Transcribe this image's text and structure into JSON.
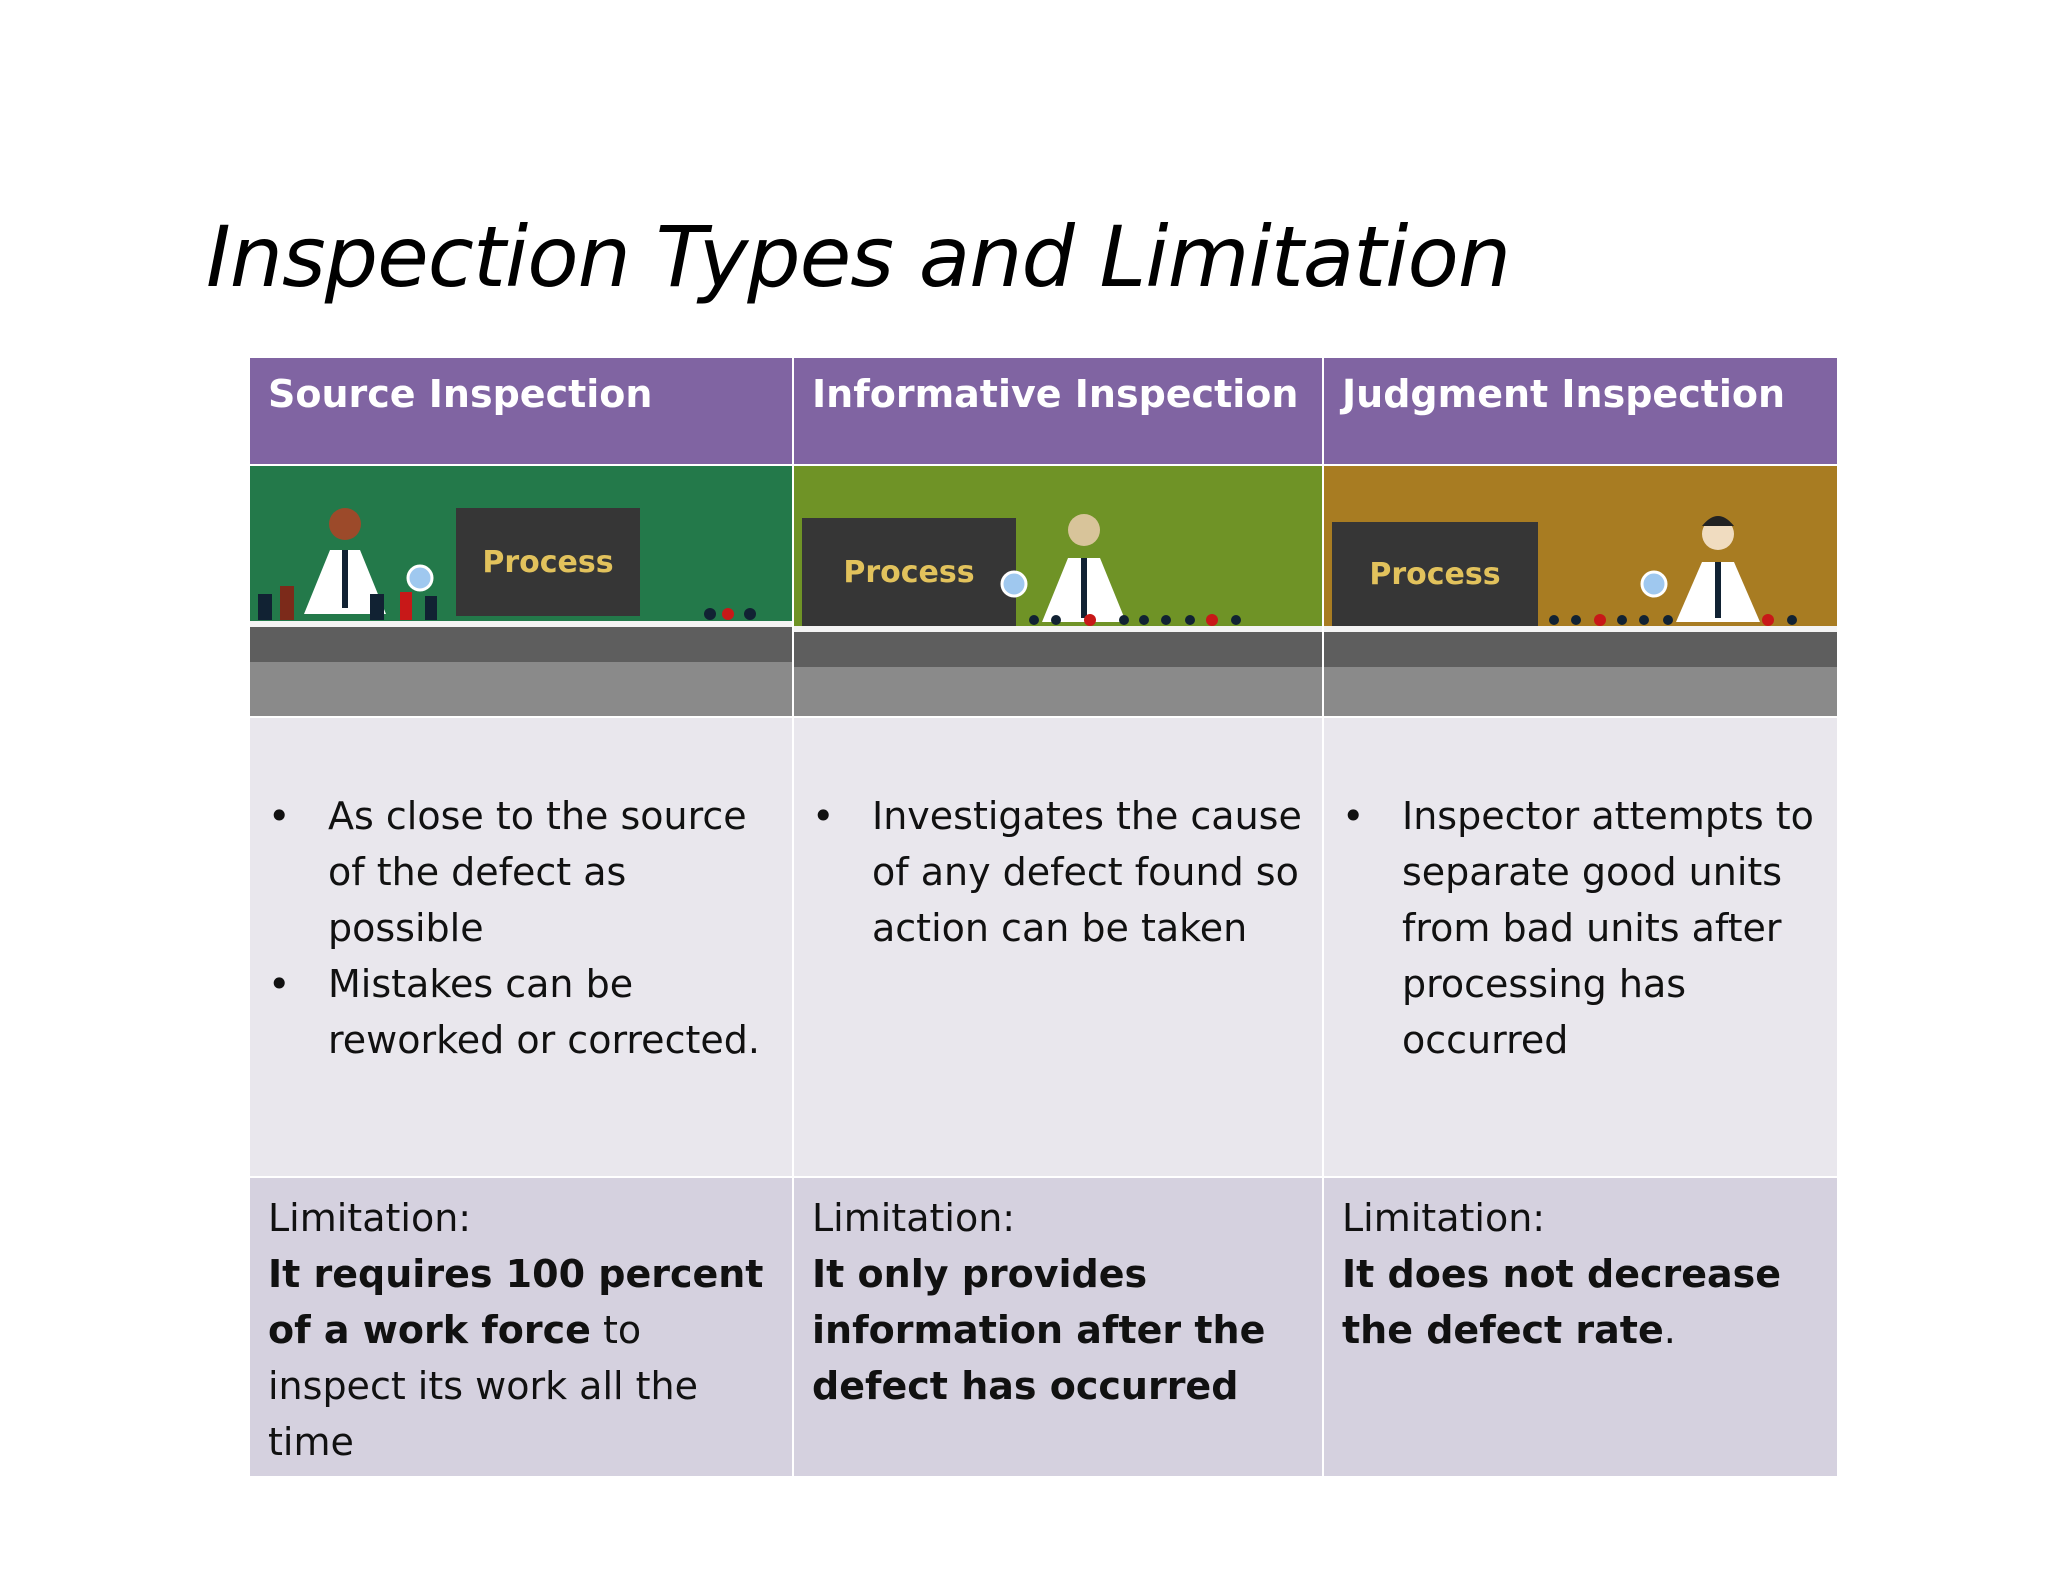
{
  "title": "Inspection Types and Limitation",
  "columns": [
    {
      "header": "Source Inspection",
      "image": {
        "board_label": "Process",
        "bg_color": "#23794a"
      },
      "bullets": [
        "As close to the source of the defect  as possible",
        "Mistakes can be reworked or corrected."
      ],
      "limitation_label": "Limitation:",
      "limitation_bold": "It requires 100 percent of a work force",
      "limitation_rest": " to inspect its work all the time"
    },
    {
      "header": "Informative Inspection",
      "image": {
        "board_label": "Process",
        "bg_color": "#6f9326"
      },
      "bullets": [
        "Investigates the cause of any defect found so action can be taken"
      ],
      "limitation_label": "Limitation:",
      "limitation_bold": "It only provides information after the defect has occurred",
      "limitation_rest": ""
    },
    {
      "header": "Judgment Inspection",
      "image": {
        "board_label": "Process",
        "bg_color": "#a87c22"
      },
      "bullets": [
        "Inspector attempts to separate good units from bad units after processing has occurred"
      ],
      "limitation_label": "Limitation:",
      "limitation_bold": "It does not decrease the defect rate",
      "limitation_rest": "."
    }
  ],
  "bullet_glyph": "•",
  "colors": {
    "header_bg": "#8064a2",
    "body_bg": "#e9e7ed",
    "limitation_bg": "#d5d1df",
    "board": "#363636",
    "board_text": "#e2c25c"
  }
}
